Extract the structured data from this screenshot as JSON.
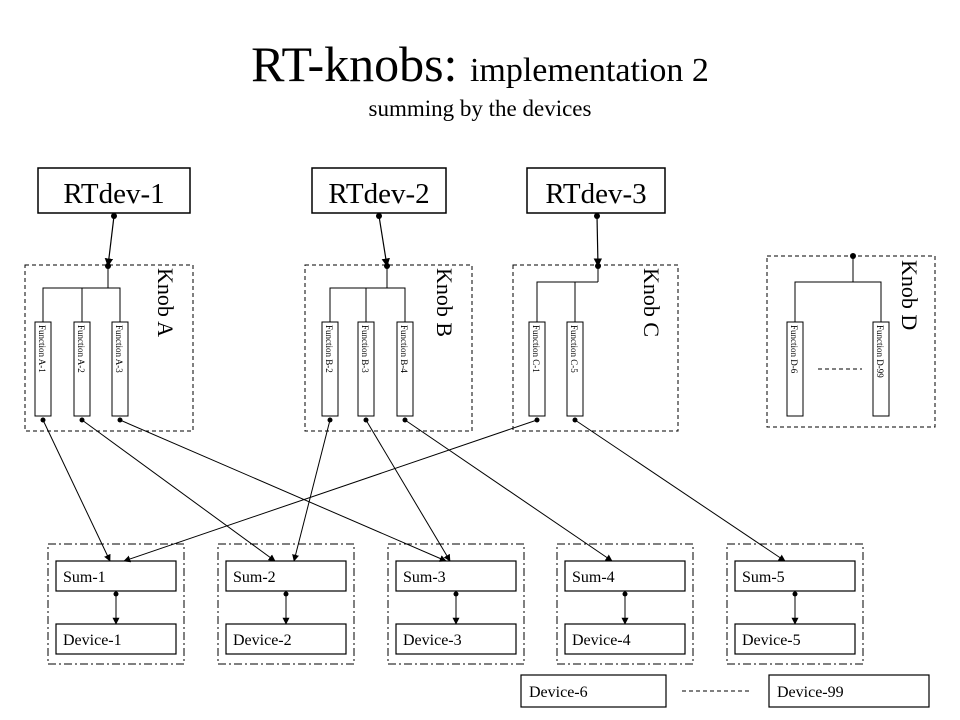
{
  "title": {
    "main": "RT-knobs:",
    "small": "implementation 2",
    "subtitle": "summing by the devices"
  },
  "rtdevs": [
    "RTdev-1",
    "RTdev-2",
    "RTdev-3"
  ],
  "knobs": [
    {
      "label": "Knob A",
      "functions": [
        "Function A-1",
        "Function A-2",
        "Function A-3"
      ]
    },
    {
      "label": "Knob B",
      "functions": [
        "Function B-2",
        "Function B-3",
        "Function B-4"
      ]
    },
    {
      "label": "Knob C",
      "functions": [
        "Function C-1",
        "Function C-5"
      ]
    },
    {
      "label": "Knob D",
      "functions": [
        "Function D-6",
        "Function D-99"
      ]
    }
  ],
  "groups": [
    {
      "sum": "Sum-1",
      "device": "Device-1"
    },
    {
      "sum": "Sum-2",
      "device": "Device-2"
    },
    {
      "sum": "Sum-3",
      "device": "Device-3"
    },
    {
      "sum": "Sum-4",
      "device": "Device-4"
    },
    {
      "sum": "Sum-5",
      "device": "Device-5"
    }
  ],
  "extra_devices": [
    "Device-6",
    "Device-99"
  ]
}
